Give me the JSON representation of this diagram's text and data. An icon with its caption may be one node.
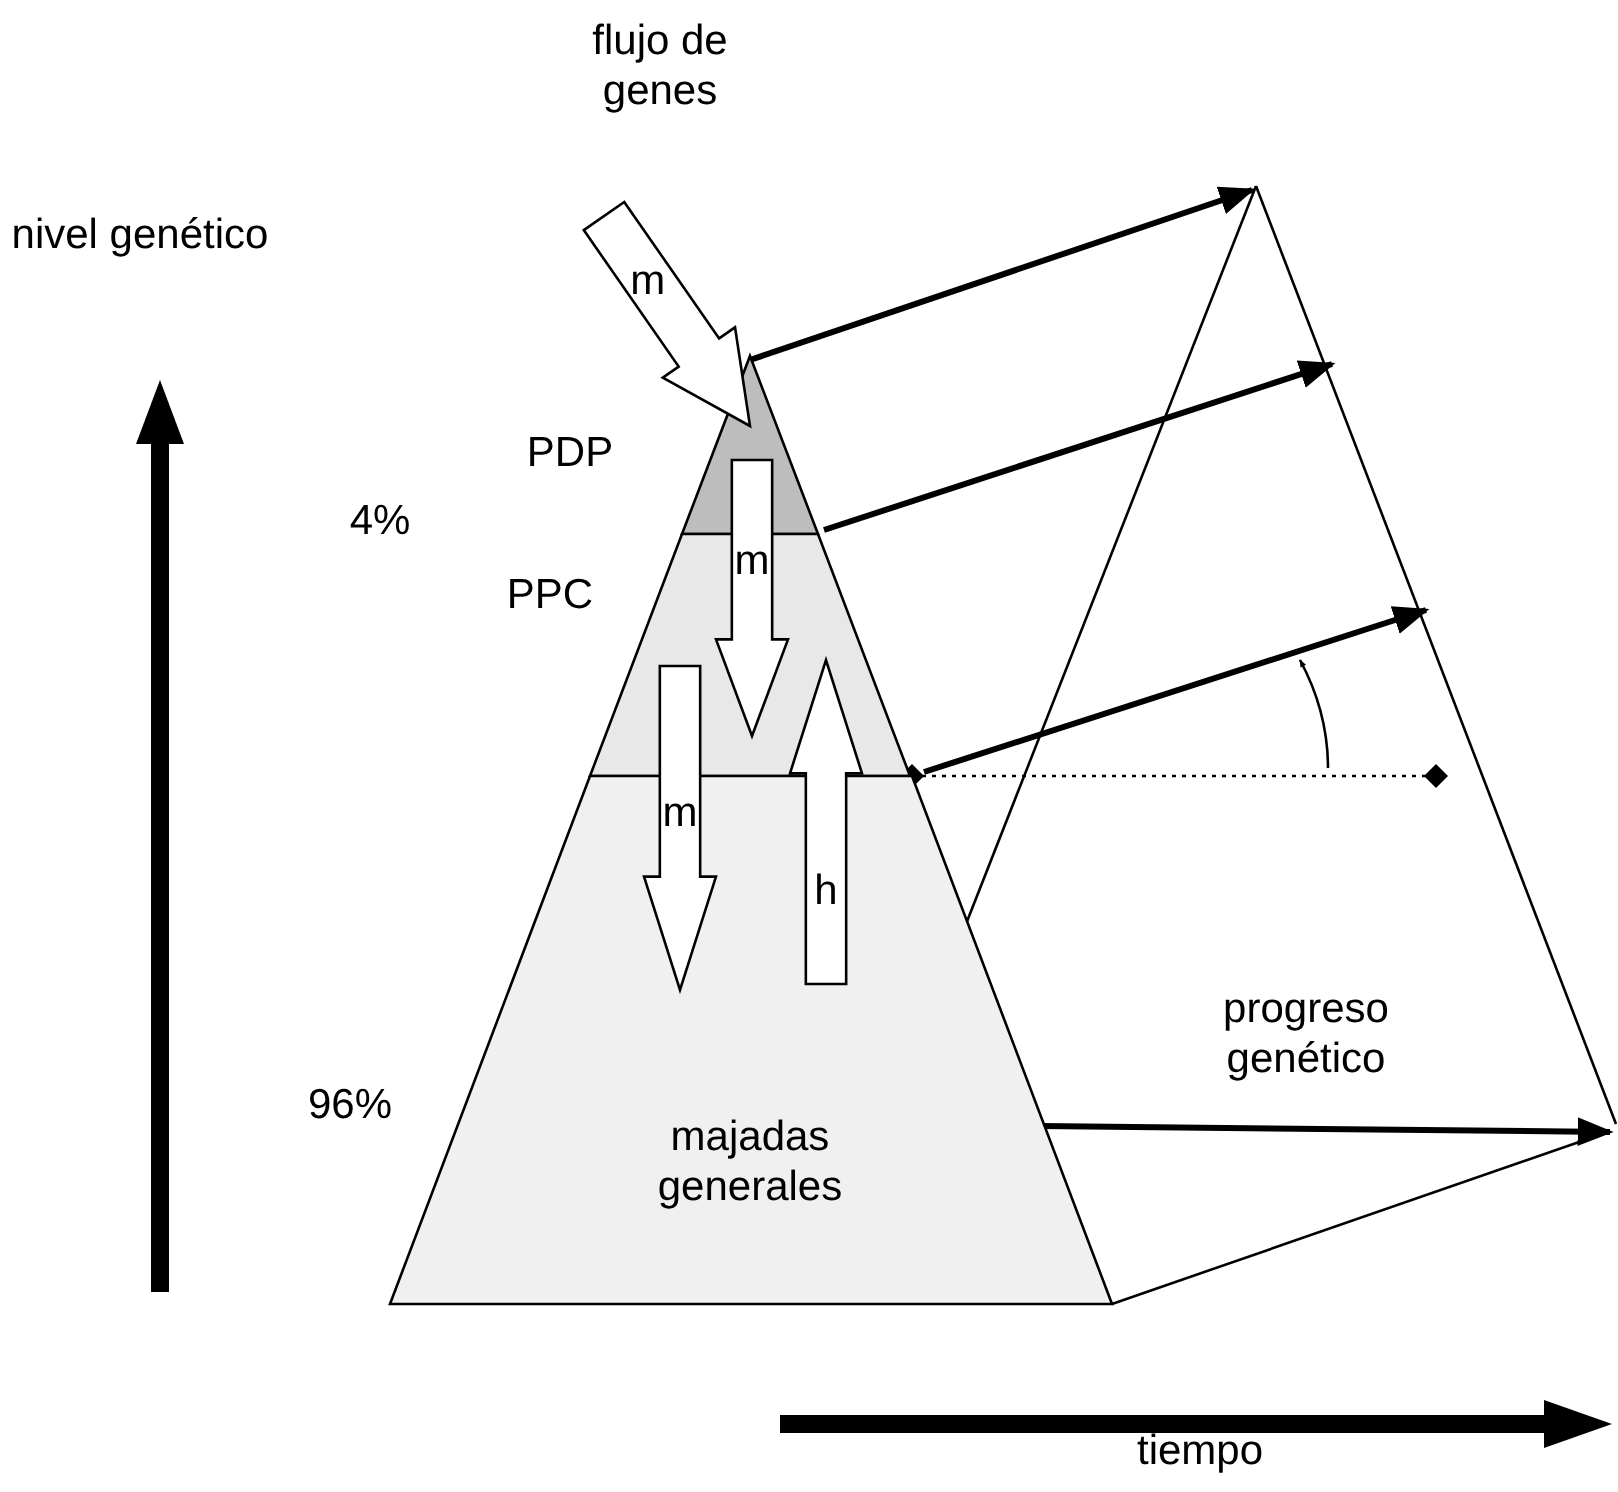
{
  "diagram": {
    "nodes": [
      {
        "text": [
          "PDP"
        ]
      },
      {
        "text": [
          "PPC"
        ]
      },
      {
        "text": [
          "majadas generales"
        ]
      }
    ],
    "edges": [
      {
        "from": 0,
        "to": null,
        "arrow": "to"
      },
      {
        "from": 0,
        "to": null,
        "arrow": "to"
      },
      {
        "from": 1,
        "to": null,
        "arrow": "to"
      },
      {
        "from": 2,
        "to": null,
        "arrow": "to"
      },
      {
        "from": null,
        "to": 0,
        "arrow": "to",
        "label": "m",
        "style": "thick"
      },
      {
        "from": 0,
        "to": 1,
        "arrow": "to",
        "label": "m",
        "style": "thick"
      },
      {
        "from": 1,
        "to": 2,
        "arrow": "to",
        "label": "m",
        "style": "thick"
      },
      {
        "from": 2,
        "to": 1,
        "arrow": "to",
        "label": "h",
        "style": "thick"
      }
    ],
    "labels": [
      "flujo de genes",
      "nivel genético",
      "4%",
      "progreso genético",
      "96%",
      "tiempo"
    ]
  }
}
